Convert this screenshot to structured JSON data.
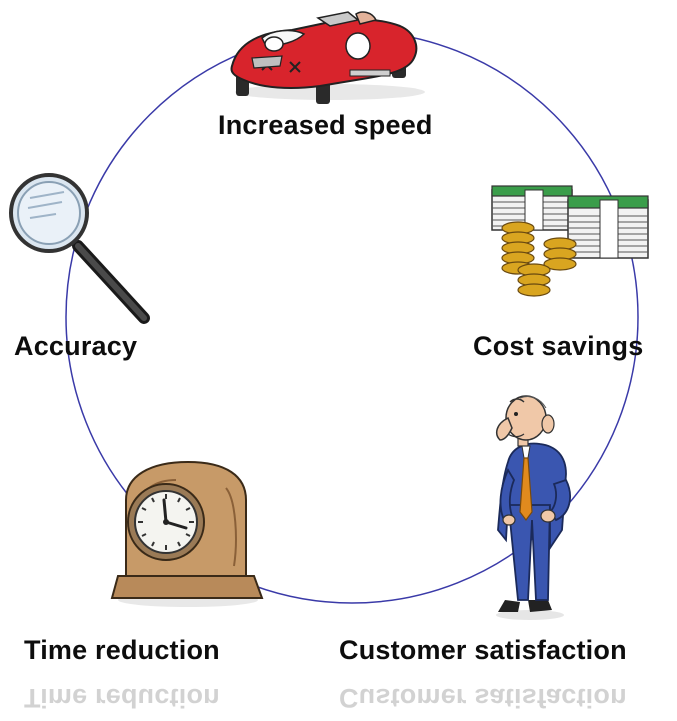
{
  "labels": {
    "speed": "Increased speed",
    "cost": "Cost savings",
    "accuracy": "Accuracy",
    "satisfaction": "Customer satisfaction",
    "time": "Time reduction"
  },
  "reflections": {
    "time": "Time reduction",
    "satisfaction": "Customer satisfaction"
  },
  "icons": {
    "speed": "red-car-icon",
    "cost": "money-stacks-icon",
    "accuracy": "magnifying-glass-icon",
    "satisfaction": "businessman-icon",
    "time": "clock-icon"
  },
  "colors": {
    "circle": "#3a3aa8",
    "car": "#d8242c",
    "money": "#2f9e44",
    "coins": "#d9a520",
    "suit": "#3a56b0",
    "tie": "#e08a1e",
    "clock_wood": "#c79a68"
  }
}
